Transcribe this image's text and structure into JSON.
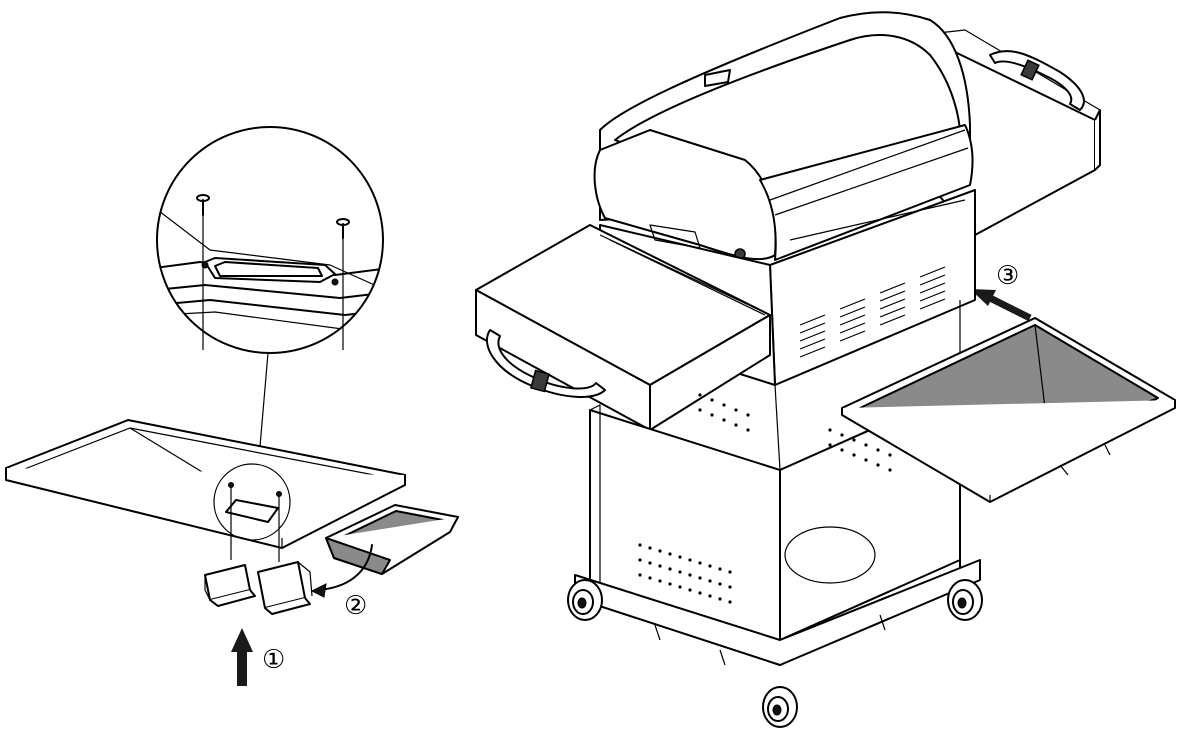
{
  "steps": [
    {
      "number": "1",
      "glyph": "①"
    },
    {
      "number": "2",
      "glyph": "②"
    },
    {
      "number": "3",
      "glyph": "③"
    }
  ],
  "icons": {
    "step_arrow": "arrow-icon",
    "screw": "screw-icon",
    "wheel": "wheel-icon"
  },
  "colors": {
    "line": "#000000",
    "background": "#ffffff",
    "tray_fill": "#8a8a8a",
    "cup_fill": "#8a8a8a"
  }
}
